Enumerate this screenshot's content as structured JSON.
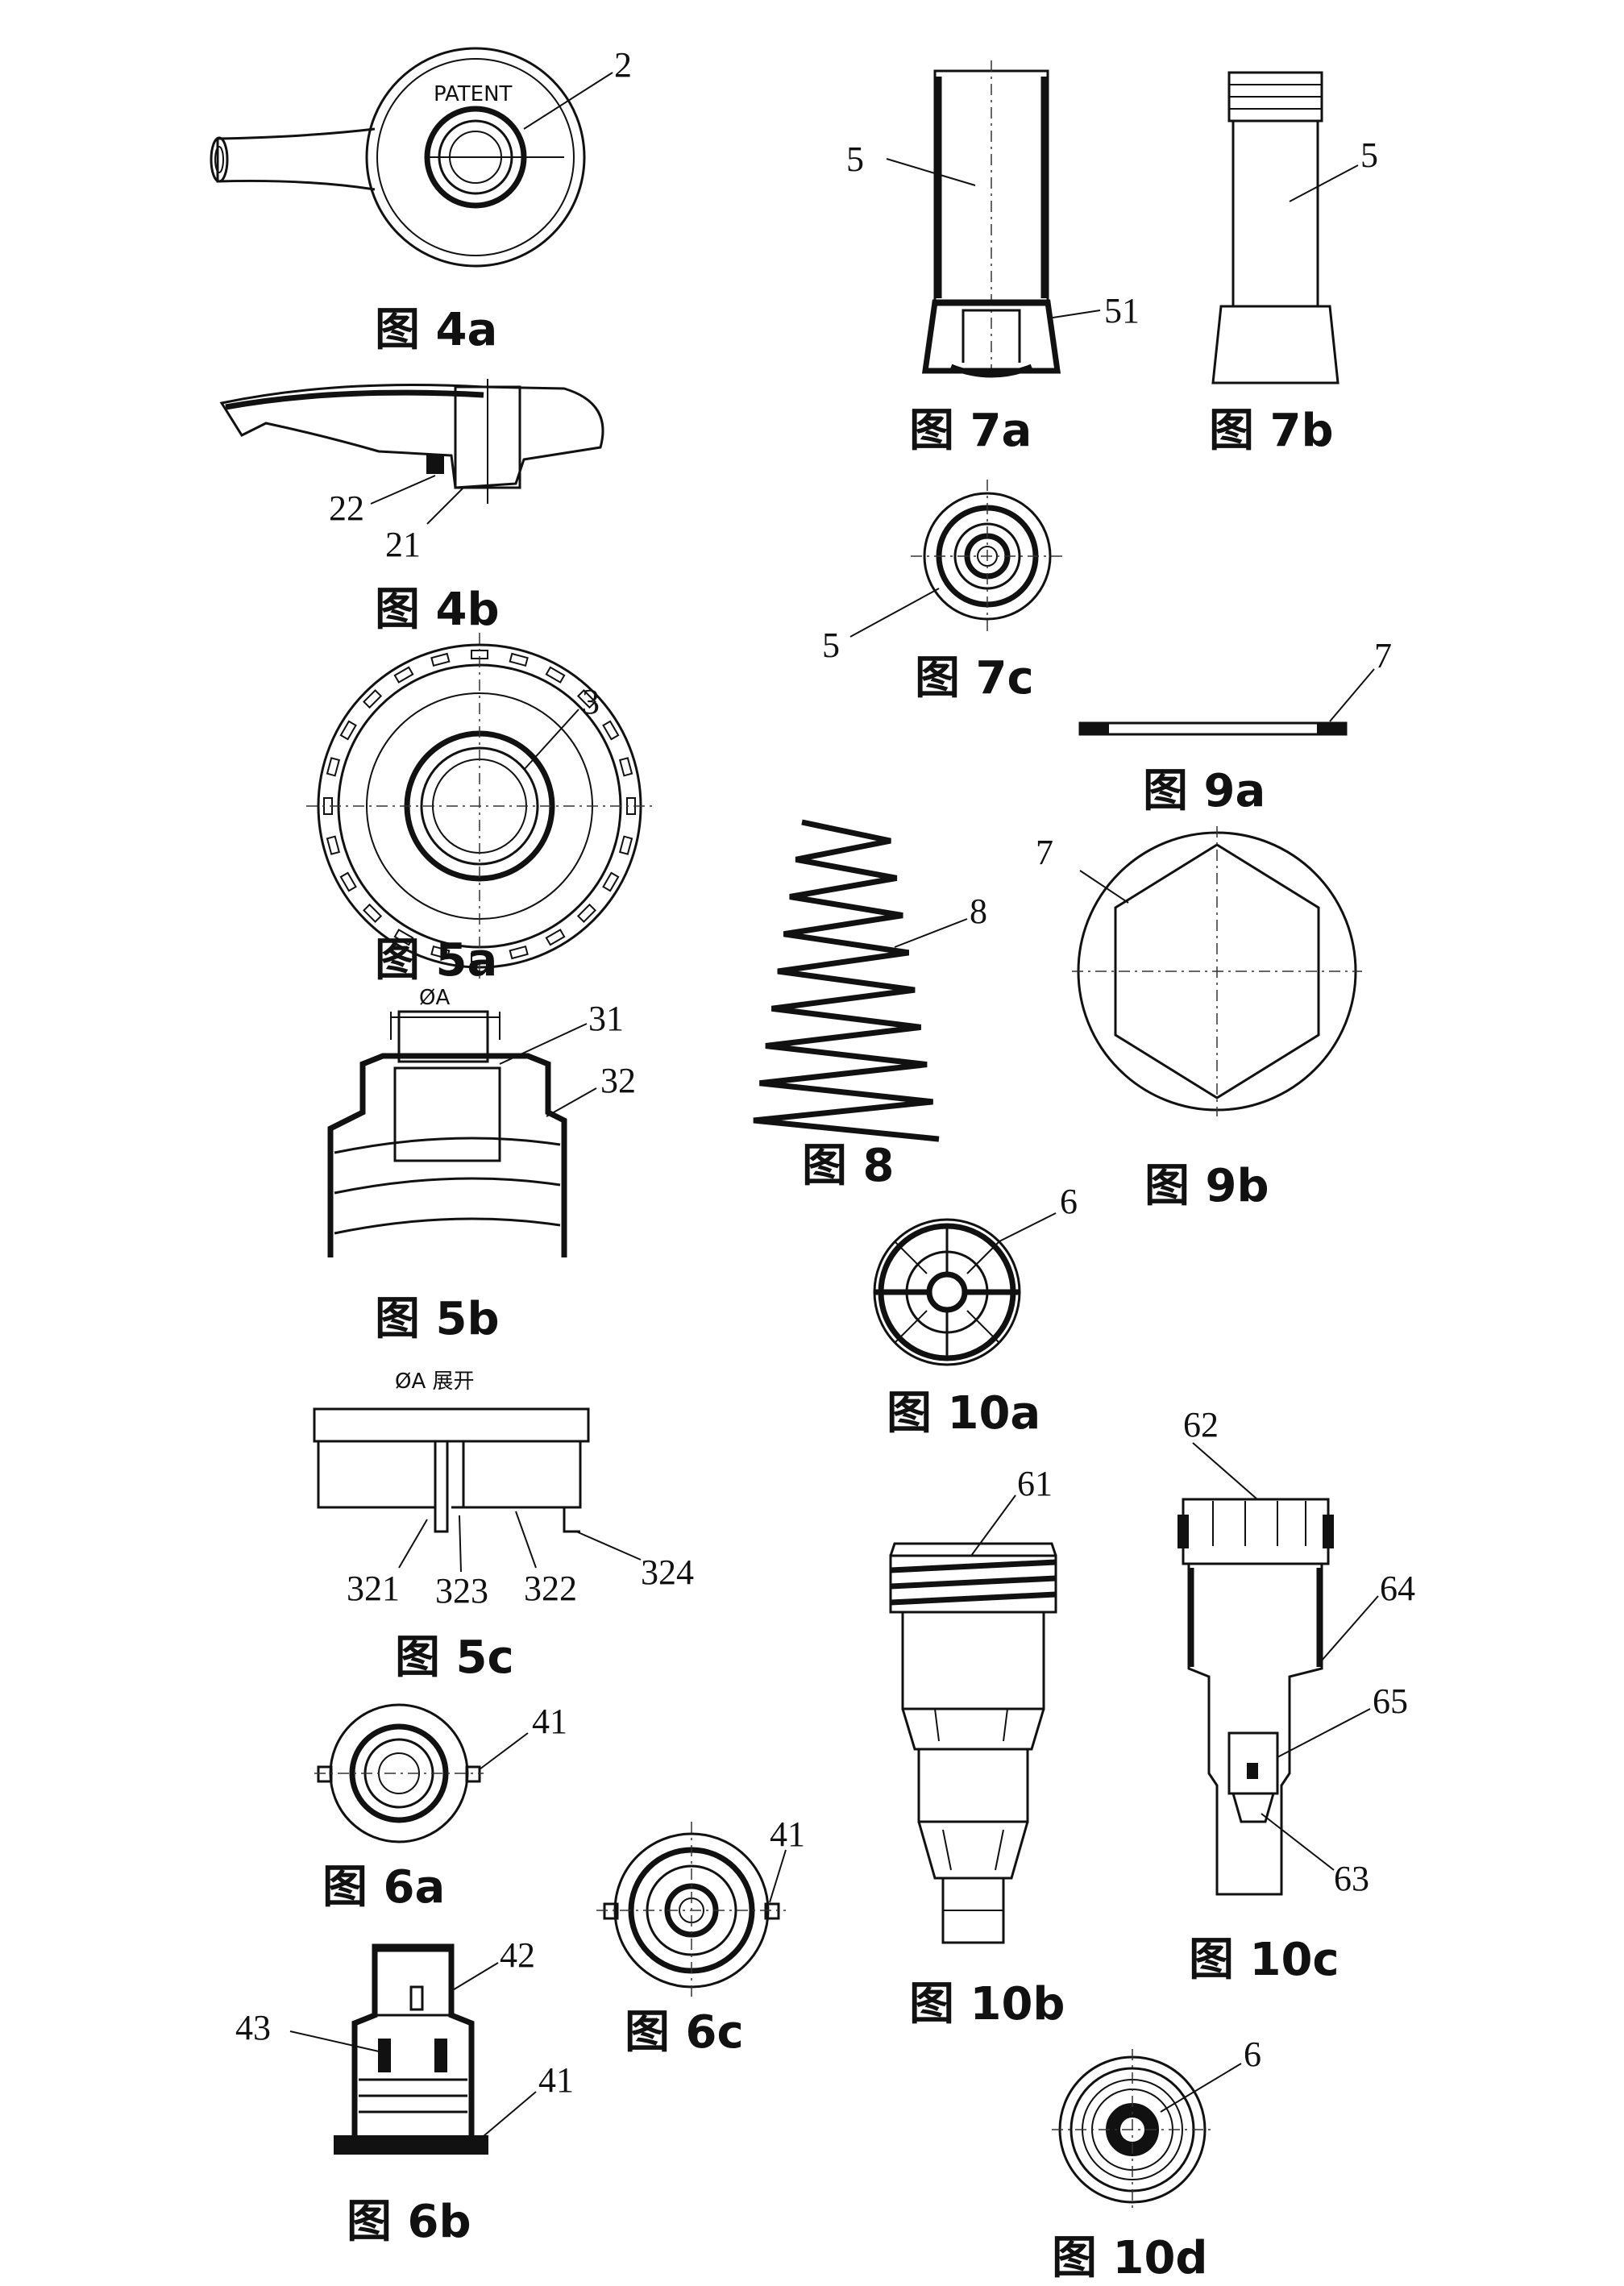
{
  "figures": {
    "f4a": {
      "caption": "图  4a",
      "labels": [
        "2"
      ],
      "text": "PATENT"
    },
    "f4b": {
      "caption": "图  4b",
      "labels": [
        "22",
        "21"
      ]
    },
    "f5a": {
      "caption": "图  5a",
      "labels": [
        "3"
      ]
    },
    "f5b": {
      "caption": "图  5b",
      "labels": [
        "ØA",
        "31",
        "32"
      ]
    },
    "f5c": {
      "caption": "图  5c",
      "labels": [
        "ØA 展开",
        "321",
        "323",
        "322",
        "324"
      ]
    },
    "f6a": {
      "caption": "图  6a",
      "labels": [
        "41"
      ]
    },
    "f6b": {
      "caption": "图  6b",
      "labels": [
        "42",
        "43",
        "41"
      ]
    },
    "f6c": {
      "caption": "图  6c",
      "labels": [
        "41"
      ]
    },
    "f7a": {
      "caption": "图  7a",
      "labels": [
        "5",
        "51"
      ]
    },
    "f7b": {
      "caption": "图  7b",
      "labels": [
        "5"
      ]
    },
    "f7c": {
      "caption": "图  7c",
      "labels": [
        "5"
      ]
    },
    "f8": {
      "caption": "图  8",
      "labels": [
        "8"
      ]
    },
    "f9a": {
      "caption": "图  9a",
      "labels": [
        "7"
      ]
    },
    "f9b": {
      "caption": "图  9b",
      "labels": [
        "7"
      ]
    },
    "f10a": {
      "caption": "图  10a",
      "labels": [
        "6"
      ]
    },
    "f10b": {
      "caption": "图  10b",
      "labels": [
        "61"
      ]
    },
    "f10c": {
      "caption": "图  10c",
      "labels": [
        "62",
        "64",
        "65",
        "63"
      ]
    },
    "f10d": {
      "caption": "图  10d",
      "labels": [
        "6"
      ]
    }
  }
}
